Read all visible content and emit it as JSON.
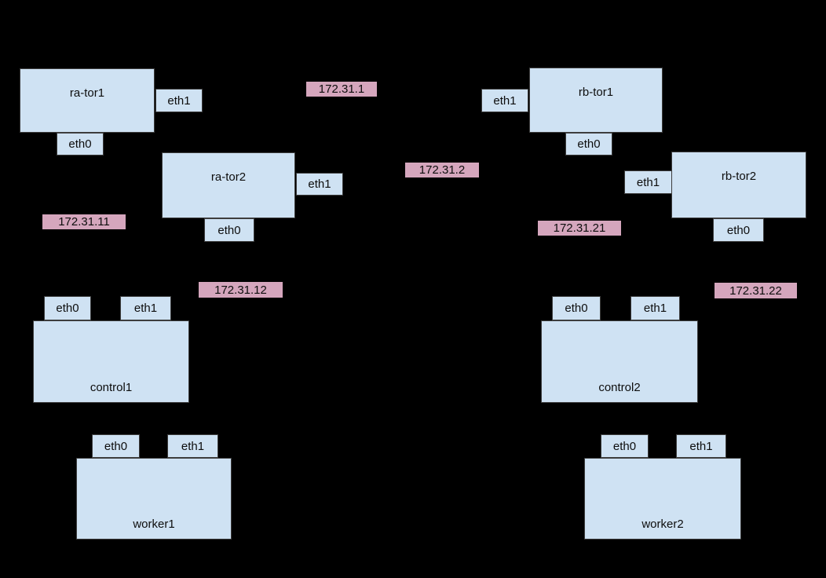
{
  "colors": {
    "background": "#000000",
    "node_fill": "#cfe2f3",
    "node_border": "#3d3d3d",
    "ip_fill": "#d5a6bd",
    "text": "#0d0d0d"
  },
  "nodes": {
    "ra_tor1": {
      "label": "ra-tor1"
    },
    "ra_tor2": {
      "label": "ra-tor2"
    },
    "rb_tor1": {
      "label": "rb-tor1"
    },
    "rb_tor2": {
      "label": "rb-tor2"
    },
    "control1": {
      "label": "control1"
    },
    "control2": {
      "label": "control2"
    },
    "worker1": {
      "label": "worker1"
    },
    "worker2": {
      "label": "worker2"
    }
  },
  "ports": {
    "eth0": "eth0",
    "eth1": "eth1"
  },
  "ips": {
    "ip_172_31_1": "172.31.1",
    "ip_172_31_2": "172.31.2",
    "ip_172_31_11": "172.31.11",
    "ip_172_31_12": "172.31.12",
    "ip_172_31_21": "172.31.21",
    "ip_172_31_22": "172.31.22"
  }
}
